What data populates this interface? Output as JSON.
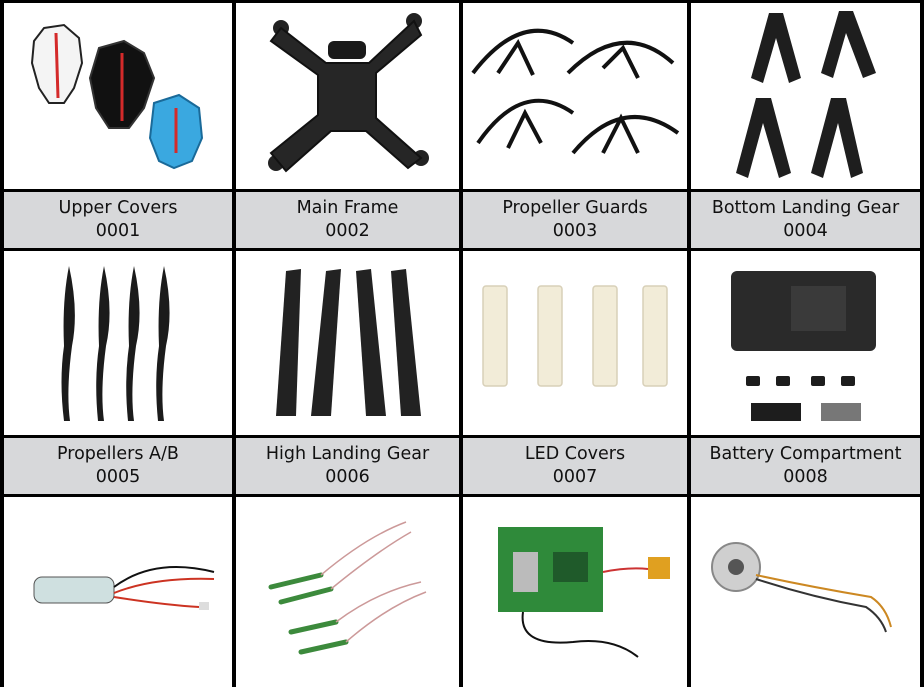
{
  "parts": [
    {
      "name": "Upper Covers",
      "code": "0001",
      "icon": "upper-covers-image"
    },
    {
      "name": "Main Frame",
      "code": "0002",
      "icon": "main-frame-image"
    },
    {
      "name": "Propeller Guards",
      "code": "0003",
      "icon": "propeller-guards-image"
    },
    {
      "name": "Bottom Landing Gear",
      "code": "0004",
      "icon": "bottom-landing-gear-image"
    },
    {
      "name": "Propellers A/B",
      "code": "0005",
      "icon": "propellers-image"
    },
    {
      "name": "High Landing Gear",
      "code": "0006",
      "icon": "high-landing-gear-image"
    },
    {
      "name": "LED Covers",
      "code": "0007",
      "icon": "led-covers-image"
    },
    {
      "name": "Battery Compartment",
      "code": "0008",
      "icon": "battery-compartment-image"
    }
  ],
  "bottom_row": [
    {
      "icon": "esc-board-image"
    },
    {
      "icon": "led-boards-image"
    },
    {
      "icon": "receiver-board-image"
    },
    {
      "icon": "motor-image"
    }
  ],
  "colors": {
    "label_bg": "#d7d8da",
    "grid_lines": "#000000",
    "cover_red": "#d42a2a",
    "cover_blue": "#3aa8e0",
    "pcb_green": "#2f8a3a"
  }
}
